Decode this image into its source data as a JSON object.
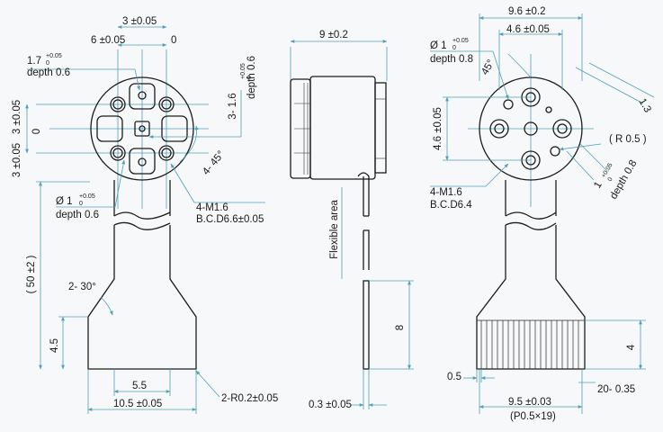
{
  "drawing": {
    "front": {
      "d_3": "3 ±0.05",
      "d_6": "6 ±0.05",
      "zero_top": "0",
      "d_17": "1.7",
      "d_17_tol_up": "+0.05",
      "d_17_tol_dn": "0",
      "depth06a": "depth 0.6",
      "d_3_up": "3 ±0.05",
      "zero_left": "0",
      "d_3_dn": "3 ±0.05",
      "d_31": "3- 1.6",
      "d_31_tol_up": "+0.05",
      "d_31_tol_dn": "0",
      "depth06b": "depth 0.6",
      "ang45": "4- 45°",
      "phi1": "Ø 1",
      "phi1_tol_up": "+0.05",
      "phi1_tol_dn": "0",
      "depth06c": "depth 0.6",
      "m16": "4-M1.6",
      "bcd": "B.C.D6.6±0.05",
      "len50": "( 50 ±2 )",
      "ang30": "2- 30°",
      "h45": "4.5",
      "w55": "5.5",
      "w105": "10.5 ±0.05",
      "r02": "2-R0.2±0.05"
    },
    "side": {
      "w9": "9 ±0.2",
      "flex": "Flexible area",
      "h8": "8",
      "t03": "0.3 ±0.05"
    },
    "right": {
      "w96": "9.6 ±0.2",
      "w46": "4.6 ±0.05",
      "phi1": "Ø 1",
      "phi1_tol_up": "+0.05",
      "phi1_tol_dn": "0",
      "depth08a": "depth 0.8",
      "ang45": "45°",
      "h46": "4.6 ±0.05",
      "d13": "1.3",
      "r05": "( R 0.5 )",
      "d1": "1",
      "d1_tol_up": "+0.05",
      "d1_tol_dn": "0",
      "depth08b": "depth 0.8",
      "m16": "4-M1.6",
      "bcd": "B.C.D6.4",
      "h4": "4",
      "d05": "0.5",
      "p035": "20- 0.35",
      "w95": "9.5 ±0.03",
      "pitch": "(P0.5×19)"
    }
  }
}
